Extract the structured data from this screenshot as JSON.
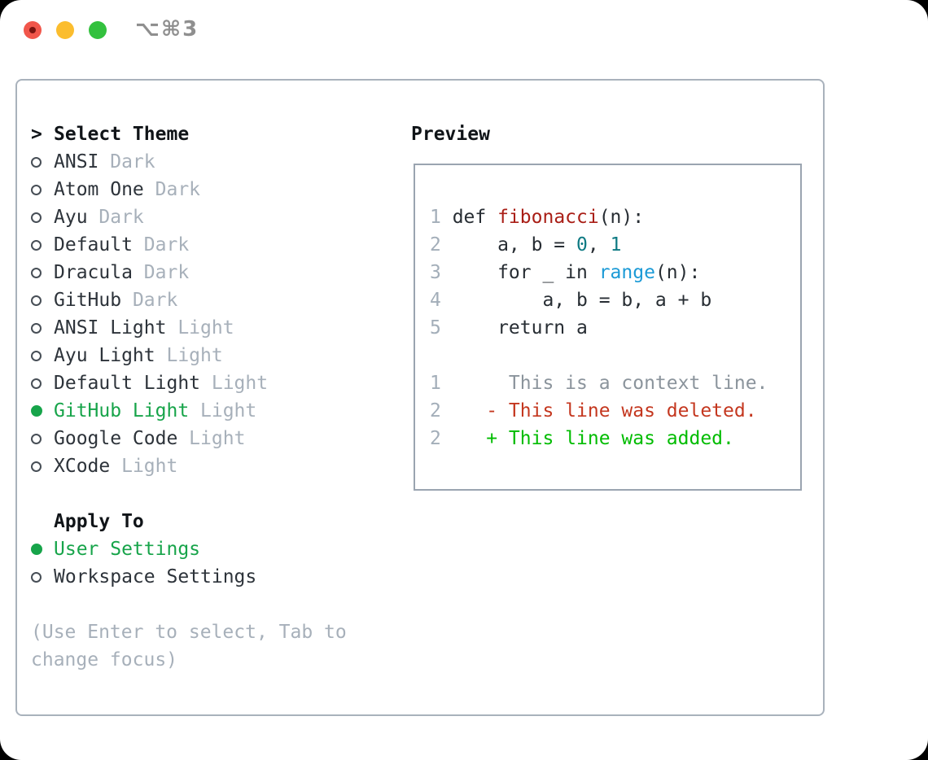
{
  "window": {
    "title": "⌥⌘3"
  },
  "theme_panel": {
    "prompt": ">",
    "header": "Select Theme",
    "themes": [
      {
        "name": "ANSI",
        "variant": "Dark",
        "selected": false
      },
      {
        "name": "Atom One",
        "variant": "Dark",
        "selected": false
      },
      {
        "name": "Ayu",
        "variant": "Dark",
        "selected": false
      },
      {
        "name": "Default",
        "variant": "Dark",
        "selected": false
      },
      {
        "name": "Dracula",
        "variant": "Dark",
        "selected": false
      },
      {
        "name": "GitHub",
        "variant": "Dark",
        "selected": false
      },
      {
        "name": "ANSI Light",
        "variant": "Light",
        "selected": false
      },
      {
        "name": "Ayu Light",
        "variant": "Light",
        "selected": false
      },
      {
        "name": "Default Light",
        "variant": "Light",
        "selected": false
      },
      {
        "name": "GitHub Light",
        "variant": "Light",
        "selected": true
      },
      {
        "name": "Google Code",
        "variant": "Light",
        "selected": false
      },
      {
        "name": "XCode",
        "variant": "Light",
        "selected": false
      }
    ],
    "apply_to": {
      "header": "Apply To",
      "options": [
        {
          "label": "User Settings",
          "selected": true
        },
        {
          "label": "Workspace Settings",
          "selected": false
        }
      ]
    },
    "hint_line1": "(Use Enter to select, Tab to",
    "hint_line2": "change focus)"
  },
  "preview": {
    "header": "Preview",
    "lines": [
      {
        "n": "1",
        "seg": [
          [
            "def ",
            "code"
          ],
          [
            "fibonacci",
            "func"
          ],
          [
            "(n):",
            "code"
          ]
        ]
      },
      {
        "n": "2",
        "seg": [
          [
            "    a, b = ",
            "code"
          ],
          [
            "0",
            "num"
          ],
          [
            ", ",
            "code"
          ],
          [
            "1",
            "num"
          ]
        ]
      },
      {
        "n": "3",
        "seg": [
          [
            "    for _ in ",
            "code"
          ],
          [
            "range",
            "builtin"
          ],
          [
            "(n):",
            "code"
          ]
        ]
      },
      {
        "n": "4",
        "seg": [
          [
            "        a, b = b, a + b",
            "code"
          ]
        ]
      },
      {
        "n": "5",
        "seg": [
          [
            "    return a",
            "code"
          ]
        ]
      },
      {
        "n": "",
        "seg": []
      },
      {
        "n": "1",
        "seg": [
          [
            "     This is a context line.",
            "context"
          ]
        ]
      },
      {
        "n": "2",
        "seg": [
          [
            "   ",
            "code"
          ],
          [
            "- This line was deleted.",
            "deleted"
          ]
        ]
      },
      {
        "n": "2",
        "seg": [
          [
            "   ",
            "code"
          ],
          [
            "+ This line was added.",
            "added"
          ]
        ]
      }
    ]
  },
  "colors": {
    "selected_green": "#17a44a",
    "muted_gray": "#a7b0ba",
    "text_dark": "#2d333a",
    "header_black": "#101418",
    "line_number_gray": "#a3aeb9",
    "syntax_function_red": "#a91e16",
    "syntax_number_teal": "#0e7a83",
    "syntax_builtin_blue": "#1b9ad6",
    "diff_context_gray": "#8b949c",
    "diff_deleted_red": "#c4371f",
    "diff_added_green": "#00bc00",
    "panel_border": "#a9b2bc",
    "preview_border": "#9aa4b0",
    "traffic_red": "#f1564b",
    "traffic_yellow": "#fbbd2e",
    "traffic_green": "#33c13e",
    "title_gray": "#8f8f8f"
  }
}
